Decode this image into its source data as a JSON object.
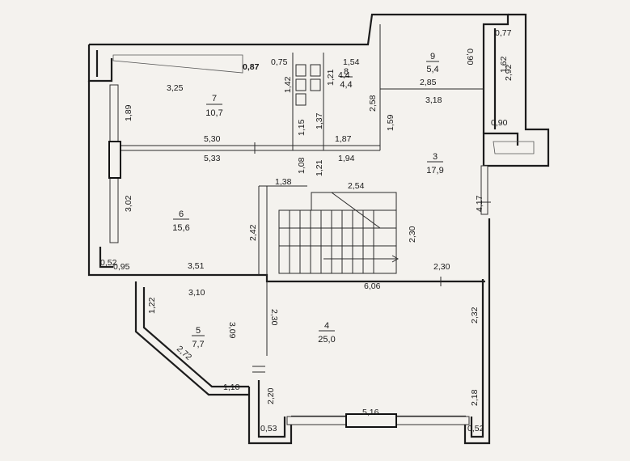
{
  "diagram": {
    "rooms": [
      {
        "number": "7",
        "area": "10,7"
      },
      {
        "number": "8",
        "area": "4,4"
      },
      {
        "number": "9",
        "area": "5,4"
      },
      {
        "number": "3",
        "area": "17,9"
      },
      {
        "number": "6",
        "area": "15,6"
      },
      {
        "number": "5",
        "area": "7,7"
      },
      {
        "number": "4",
        "area": "25,0"
      }
    ],
    "dimensions": [
      "0,87",
      "0,75",
      "1,54",
      "3,25",
      "1,42",
      "1,21",
      "4,4",
      "2,85",
      "3,18",
      "2,58",
      "1,89",
      "1,15",
      "1,37",
      "1,59",
      "1,87",
      "5,30",
      "5,33",
      "1,94",
      "0,77",
      "1,62",
      "2,92",
      "0,90",
      "1,08",
      "1,21",
      "1,38",
      "2,54",
      "3,02",
      "2,42",
      "2,30",
      "4,17",
      "0,52",
      "0,95",
      "3,51",
      "2,30",
      "6,06",
      "3,10",
      "1,22",
      "2,30",
      "3,09",
      "2,32",
      "2,72",
      "1,10",
      "2,20",
      "5,16",
      "2,18",
      "0,53",
      "0,52",
      "0,90"
    ]
  }
}
